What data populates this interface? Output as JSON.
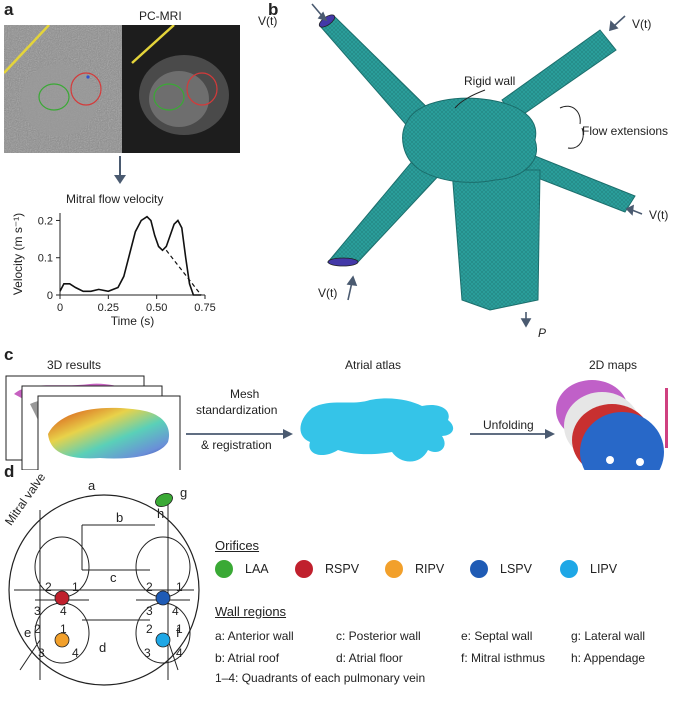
{
  "panel_a": {
    "letter": "a",
    "mri_title": "PC-MRI",
    "plot_title": "Mitral flow velocity",
    "ylabel": "Velocity (m s⁻¹)",
    "xlabel": "Time (s)",
    "yticks": [
      "0",
      "0.1",
      "0.2"
    ],
    "xticks": [
      "0",
      "0.25",
      "0.50",
      "0.75"
    ]
  },
  "chart_data": {
    "type": "line",
    "title": "Mitral flow velocity",
    "xlabel": "Time (s)",
    "ylabel": "Velocity (m s⁻¹)",
    "xlim": [
      0,
      0.75
    ],
    "ylim": [
      0,
      0.22
    ],
    "series": [
      {
        "style": "solid",
        "x": [
          0.0,
          0.02,
          0.05,
          0.08,
          0.12,
          0.16,
          0.2,
          0.25,
          0.3,
          0.33,
          0.36,
          0.39,
          0.42,
          0.45,
          0.47,
          0.49,
          0.51,
          0.53,
          0.55,
          0.57,
          0.59,
          0.61,
          0.63,
          0.65,
          0.67,
          0.69,
          0.71,
          0.73
        ],
        "y": [
          0.01,
          0.03,
          0.03,
          0.02,
          0.01,
          0.01,
          0.015,
          0.01,
          0.02,
          0.05,
          0.11,
          0.17,
          0.2,
          0.21,
          0.2,
          0.16,
          0.13,
          0.12,
          0.13,
          0.16,
          0.19,
          0.2,
          0.18,
          0.1,
          0.03,
          0.0,
          0.0,
          0.0
        ]
      },
      {
        "style": "dashed",
        "x": [
          0.55,
          0.58,
          0.61,
          0.64,
          0.67,
          0.7,
          0.73
        ],
        "y": [
          0.12,
          0.1,
          0.08,
          0.06,
          0.04,
          0.02,
          0.0
        ]
      }
    ]
  },
  "panel_b": {
    "letter": "b",
    "vt_label": "V(t)",
    "p_label": "P",
    "rigid_wall": "Rigid wall",
    "flow_extensions": "Flow extensions"
  },
  "panel_c": {
    "letter": "c",
    "results_label": "3D results",
    "atlas_label": "Atrial atlas",
    "maps_label": "2D maps",
    "step1_line1": "Mesh",
    "step1_line2": "standardization",
    "step1_line3": "& registration",
    "step2": "Unfolding"
  },
  "panel_d": {
    "letter": "d",
    "valve_label": "Mitral valve",
    "region_letters": [
      "a",
      "b",
      "c",
      "d",
      "e",
      "f",
      "g",
      "h"
    ],
    "quadrants": [
      "1",
      "2",
      "3",
      "4"
    ],
    "orifices_title": "Orifices",
    "orifices": [
      {
        "label": "LAA",
        "color": "#3aa935"
      },
      {
        "label": "RSPV",
        "color": "#c0202d"
      },
      {
        "label": "RIPV",
        "color": "#f2a02b"
      },
      {
        "label": "LSPV",
        "color": "#1f5bb5"
      },
      {
        "label": "LIPV",
        "color": "#1ea7e6"
      }
    ],
    "wall_title": "Wall regions",
    "wall_regions": [
      "a:  Anterior wall",
      "c:  Posterior wall",
      "e:  Septal wall",
      "g:  Lateral wall",
      "b:  Atrial roof",
      "d:  Atrial floor",
      "f:  Mitral isthmus",
      "h:  Appendage"
    ],
    "quadrant_note": "1–4:  Quadrants of each pulmonary vein"
  },
  "colors": {
    "mesh": "#2a9d9a",
    "mesh_dark": "#1b6e6c",
    "atlas": "#35c4e8",
    "arrow": "#4a5a70"
  }
}
